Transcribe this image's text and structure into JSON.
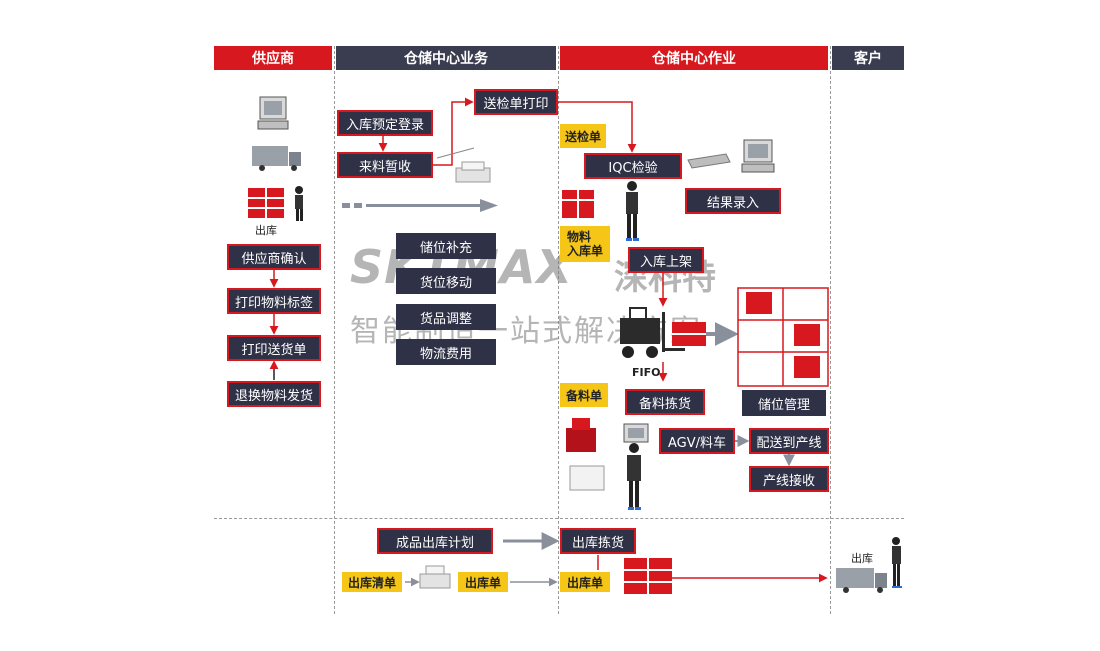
{
  "headers": {
    "supplier": "供应商",
    "wms_business": "仓储中心业务",
    "wms_operation": "仓储中心作业",
    "customer": "客户"
  },
  "supplier_col": {
    "ship_label": "出库",
    "steps": [
      "供应商确认",
      "打印物料标签",
      "打印送货单",
      "退换物料发货"
    ]
  },
  "business_col": {
    "inbound_booking": "入库预定登录",
    "temp_receive": "来料暂收",
    "print_inspection": "送检单打印",
    "tasks": [
      "储位补充",
      "货位移动",
      "货品调整",
      "物流费用"
    ],
    "finished_plan": "成品出库计划",
    "outbound_list_tag": "出库清单",
    "outbound_tag": "出库单"
  },
  "operation_col": {
    "inspection_tag": "送检单",
    "iqc": "IQC检验",
    "result_entry": "结果录入",
    "material_inbound_tag": "物料\n入库单",
    "putaway": "入库上架",
    "fifo": "FIFO",
    "storage_mgmt": "储位管理",
    "picking_tag": "备料单",
    "picking": "备料拣货",
    "agv": "AGV/料车",
    "deliver": "配送到产线",
    "line_receive": "产线接收",
    "out_pick": "出库拣货",
    "out_tag": "出库单"
  },
  "customer_col": {
    "ship_label": "出库"
  },
  "watermark": {
    "brand": "SKTMAX",
    "brand_cn": "深科特",
    "slogan": "智能制造一站式解决方案"
  },
  "colors": {
    "red": "#d7181f",
    "dark": "#2f3246",
    "yellow": "#f5c518",
    "gray": "#8a8f9c"
  }
}
